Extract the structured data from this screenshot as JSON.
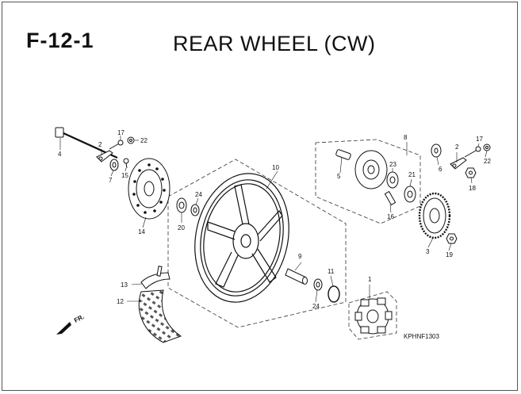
{
  "header": {
    "code": "F-12-1",
    "title": "REAR WHEEL (CW)"
  },
  "footer": {
    "reference": "KPHNF1303",
    "direction": "FR."
  },
  "parts": {
    "p1": "1",
    "p2a": "2",
    "p2b": "2",
    "p3": "3",
    "p4": "4",
    "p5": "5",
    "p6": "6",
    "p7": "7",
    "p8": "8",
    "p9": "9",
    "p10": "10",
    "p11": "11",
    "p12": "12",
    "p13": "13",
    "p14": "14",
    "p15": "15",
    "p16": "16",
    "p17a": "17",
    "p17b": "17",
    "p18": "18",
    "p19": "19",
    "p20": "20",
    "p21": "21",
    "p22a": "22",
    "p22b": "22",
    "p23": "23",
    "p24a": "24",
    "p24b": "24"
  },
  "colors": {
    "ink": "#111111",
    "paper": "#ffffff",
    "shade": "#888888"
  }
}
